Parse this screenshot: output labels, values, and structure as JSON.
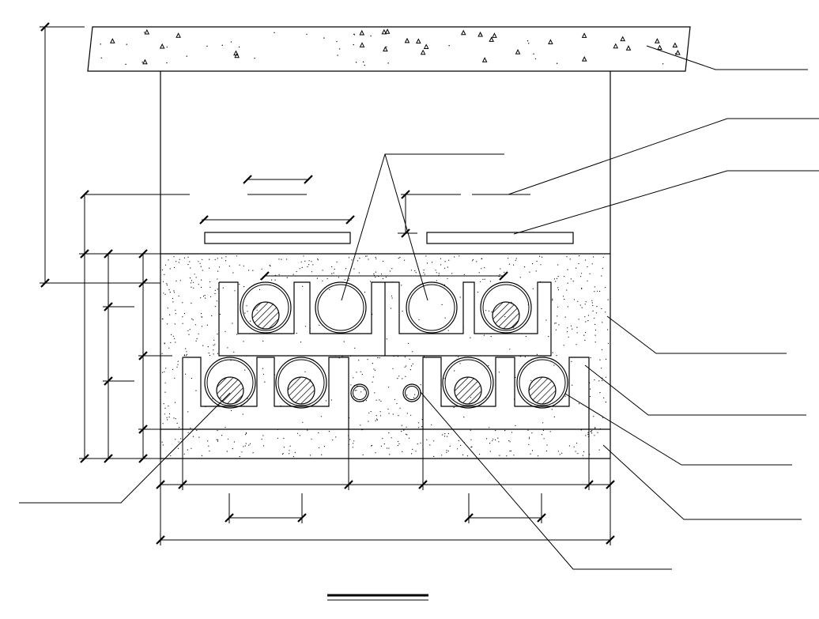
{
  "drawing": {
    "line_color": "#000000",
    "background": "#ffffff",
    "parts": [
      "cover-slab",
      "trench-wall",
      "gravel-fill",
      "cable-tray",
      "duct-support",
      "cable-duct",
      "cable-core",
      "small-conduit",
      "leader-line",
      "dimension-line"
    ]
  }
}
